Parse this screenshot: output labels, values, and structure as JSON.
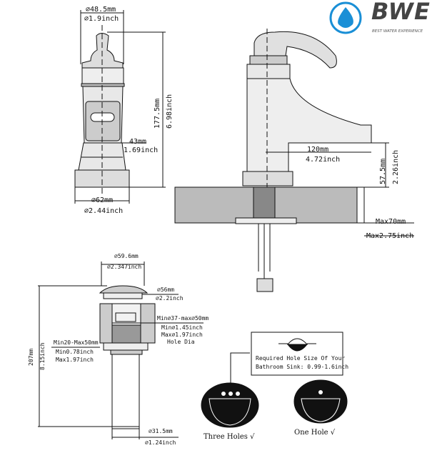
{
  "logo": {
    "brand": "BWE",
    "tagline": "BEST WATER EXPERIENCE",
    "color": "#1a8fd6"
  },
  "front_view": {
    "top_diameter_mm": "⌀48.5mm",
    "top_diameter_in": "⌀1.9inch",
    "height_mm": "177.5mm",
    "height_in": "6.98inch",
    "body_width_mm": "43mm",
    "body_width_in": "1.69inch",
    "base_diameter_mm": "⌀62mm",
    "base_diameter_in": "⌀2.44inch"
  },
  "side_view": {
    "spout_reach_mm": "120mm",
    "spout_reach_in": "4.72inch",
    "spout_height_mm": "57.5mm",
    "spout_height_in": "2.26inch",
    "max_deck_mm": "Max70mm",
    "max_deck_in": "Max2.75inch"
  },
  "drain": {
    "cap_diameter_mm": "⌀59.6mm",
    "cap_diameter_in": "⌀2.347inch",
    "flange_diameter_mm": "⌀56mm",
    "flange_diameter_in": "⌀2.2inch",
    "hole_mm": "Min⌀37-max⌀50mm",
    "hole_min_in": "Min⌀1.45inch",
    "hole_max_in": "Max⌀1.97inch",
    "hole_label": "Hole Dia",
    "thickness_mm": "Min20-Max50mm",
    "thickness_min_in": "Min0.78inch",
    "thickness_max_in": "Max1.97inch",
    "height_mm": "207mm",
    "height_in": "8.15inch",
    "pipe_diameter_mm": "⌀31.5mm",
    "pipe_diameter_in": "⌀1.24inch"
  },
  "sinks": {
    "note_line1": "Required Hole Size Of Your",
    "note_line2": "Bathroom Sink: 0.99-1.6inch",
    "three_holes": "Three Holes √",
    "one_hole": "One Hole  √"
  }
}
